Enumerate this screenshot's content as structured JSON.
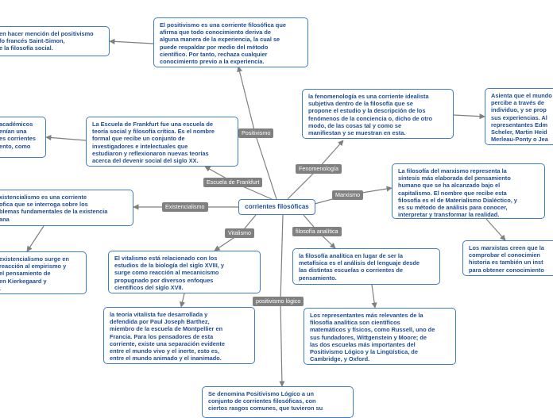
{
  "center": {
    "label": "corrientes filosóficas"
  },
  "branches": {
    "positivismo": "Positivismo",
    "escuela_frankfurt": "Escuela de Frankfurt",
    "existencialismo": "Existencialismo",
    "vitalismo": "Vitalismo",
    "positivismo_logico": "positivismo lógico",
    "filosofia_analitica": "filosofía analítica",
    "marxismo": "Marxismo",
    "fenomenologia": "Fenomenología"
  },
  "topics": {
    "positivismo_def": "El positivismo es una corriente filosófica que\nafirma que todo conocimiento deriva de\nalguna manera de la experiencia, la cual se\npuede respaldar por medio del método\ncientífico. Por tanto, rechaza cualquier\nconocimiento previo a la experiencia.",
    "positivismo_origen": "en hacer mención del positivismo\nfo francés Saint-Simon,\ne la filosofía social.",
    "frankfurt_def": "La Escuela de Frankfurt fue una escuela de\nteoría social y filosofía crítica. Es el nombre\nformal que recibe un conjunto de\ninvestigadores e intelectuales que\nestudiaron y reflexionaron nuevas teorías\nacerca del devenir social del siglo XX.",
    "frankfurt_academicos": "académicos\nenían una\nes corrientes\nento, como",
    "existencialismo_def": "xistencialismo es una corriente\nofica que se interroga sobre los\nblemas fundamentales de la existencia\nana",
    "existencialismo_origen": "existencialismo surge en\nreacción al empirismo y\nel pensamiento de\nen Kierkegaard y\n.",
    "vitalismo_def": "El vitalismo está relacionado con los\nestudios de la biología del siglo XVIII, y\nsurge como reacción al mecanicismo\npropugnado por diversos enfoques\ncientíficos del siglo XVII.",
    "vitalismo_teoria": "la teoría vitalista fue desarrollada y\ndefendida por Paul Joseph Barthez,\nmiembro de la escuela de Montpellier en\nFrancia. Para los pensadores de esta\ncorriente, existe una separación evidente\nentre el mundo vivo y el inerte, esto es,\nentre el mundo animado y el inanimado.",
    "positivismo_logico_def": "Se denomina Positivismo Lógico a un\nconjunto de corrientes filosóficas, con\nciertos rasgos comunes, que tuvieron su",
    "analitica_def": "la filosofía analítica en lugar de ser la\nmetafísica es el análisis del lenguaje desde\nlas distintas escuelas o corrientes de\npensamiento.",
    "analitica_representantes": "Los representantes más relevantes de la\nfilosofía analítica son científicos\nmatemáticos y físicos, como Russell, uno de\nsus fundadores, Wittgenstein y Moore; de\nlas dos escuelas más importantes del\nPositivismo Lógico y la Lingüística, de\nCambridge, y Oxford.",
    "marxismo_def": "La filosofía del marxismo representa la\nsíntesis más elaborada del pensamiento\nhumano que se ha alcanzado bajo el\ncapitalismo. El nombre que recibe esta\nfilosofía es el de Materialismo Dialéctico, y\nes su método de análisis para conocer,\ninterpretar y transformar la realidad.",
    "marxismo_historia": "Los marxistas creen que la\ncomprobar el conocimien\nhistoria es también un inst\npara obtener conocimiento",
    "fenomenologia_def": "la fenomenología es una corriente idealista\nsubjetiva dentro de la filosofía que se\npropone el estudio y la descripción de los\nfenómenos de la conciencia o, dicho de otro\nmodo, de las cosas tal y como se\nmanifiestan y se muestran en esta.",
    "fenomenologia_autores": "Asienta que el mundo\npercibe a través de\nindividuo, y se prop\nsus experiencias. Al\nrepresentantes Edm\nScheler, Martin Heid\nMerleau-Ponty o Jea"
  },
  "colors": {
    "border": "#3e7cc4",
    "text": "#1f4e96",
    "tag": "#808080",
    "line": "#7f7f7f"
  }
}
